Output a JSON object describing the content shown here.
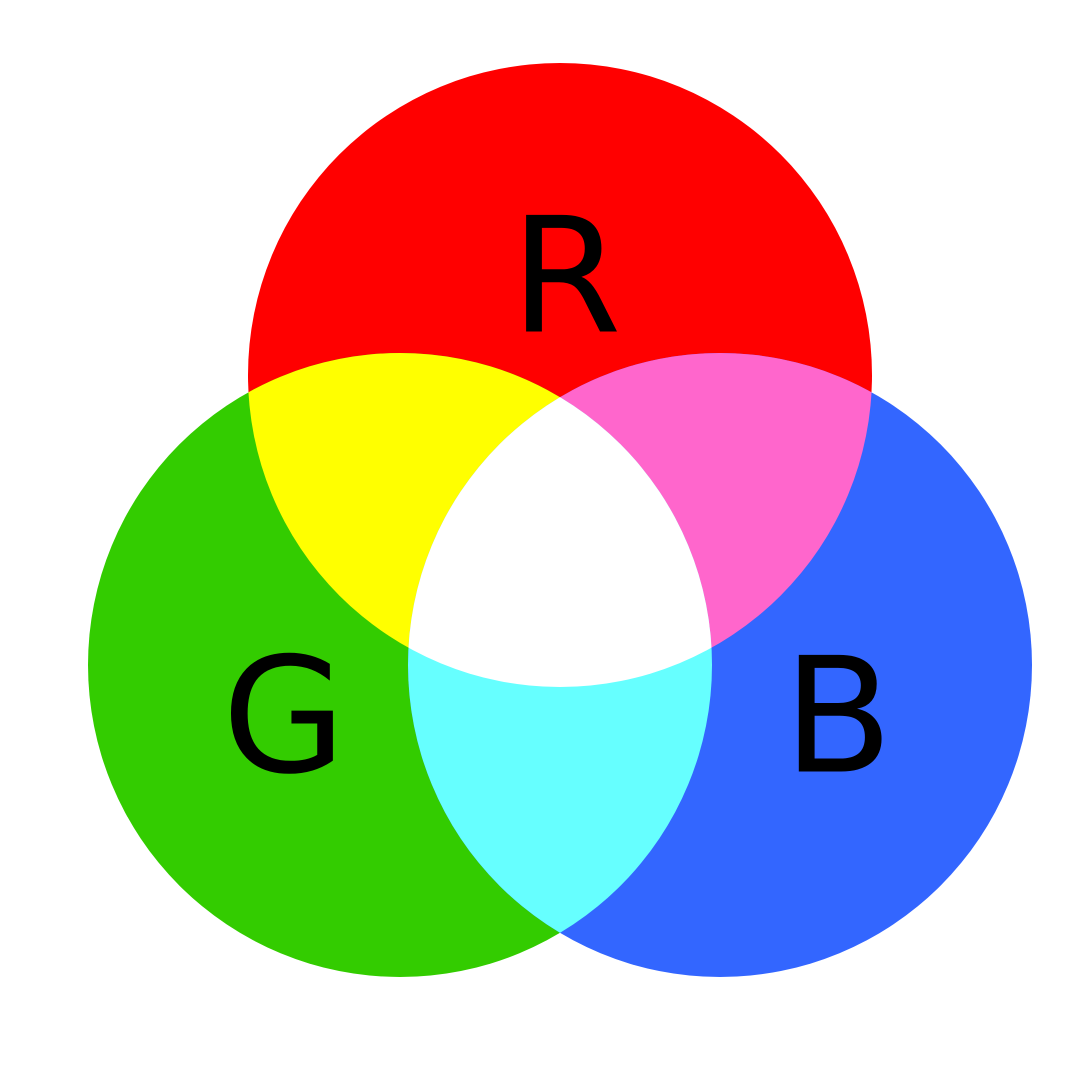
{
  "diagram": {
    "circles": [
      {
        "id": "red",
        "label": "R",
        "color": "#ff0000"
      },
      {
        "id": "green",
        "label": "G",
        "color": "#33cc00"
      },
      {
        "id": "blue",
        "label": "B",
        "color": "#3366ff"
      }
    ],
    "overlaps": {
      "red_green": "#ffff00",
      "red_blue": "#ff66cc",
      "green_blue": "#66ffff",
      "all": "#ffffff"
    }
  }
}
